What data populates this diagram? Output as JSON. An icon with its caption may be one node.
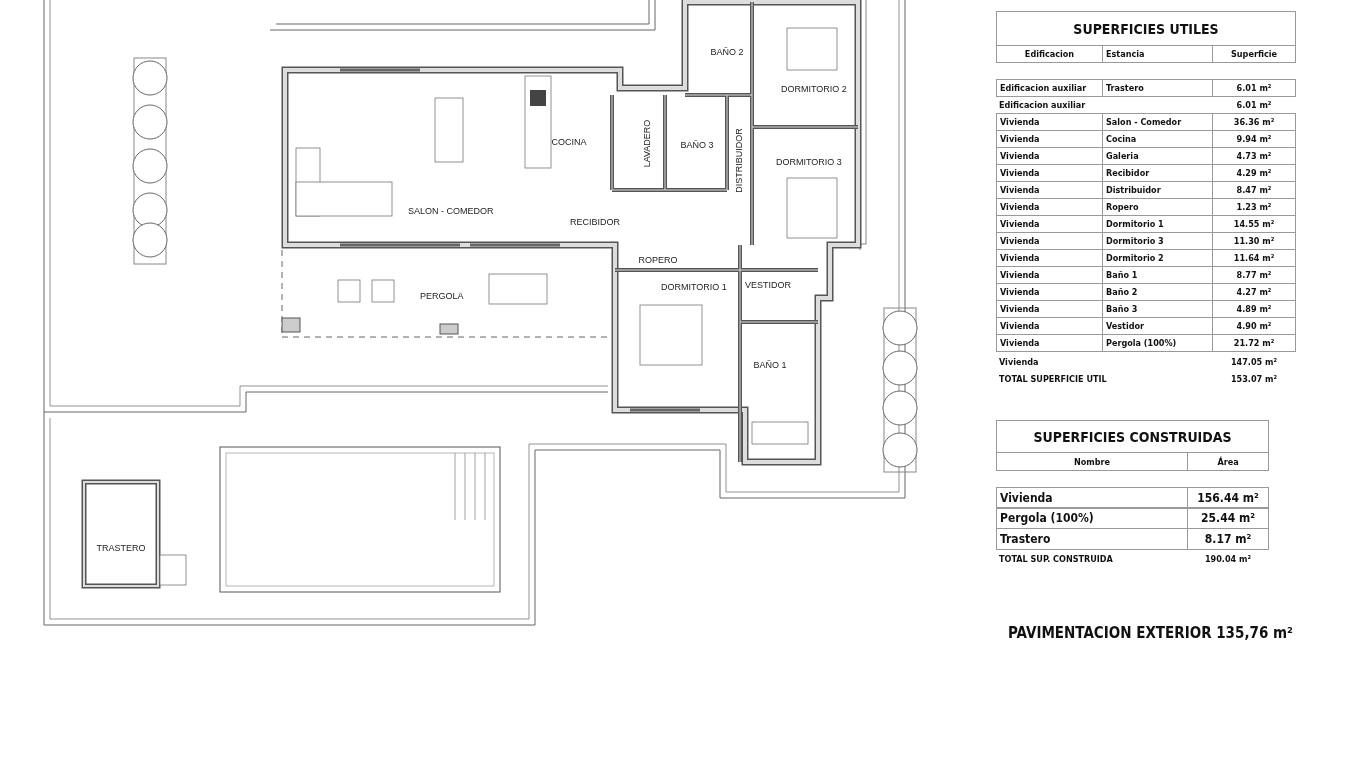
{
  "diagram": {
    "labels": [
      "BAÑO 2",
      "DORMITORIO 2",
      "COCINA",
      "LAVADERO",
      "BAÑO 3",
      "DISTRIBUIDOR",
      "DORMITORIO 3",
      "SALON - COMEDOR",
      "RECIBIDOR",
      "ROPERO",
      "DORMITORIO 1",
      "VESTIDOR",
      "PERGOLA",
      "BAÑO 1",
      "TRASTERO",
      "SUPERFICIES UTILES",
      "Edificacion",
      "Estancia",
      "Superficie",
      "Edificacion auxiliar",
      "Trastero",
      "6.01 m²",
      "Edificacion auxiliar",
      "6.01 m²",
      "Vivienda",
      "Salon - Comedor",
      "36.36 m²",
      "Vivienda",
      "Cocina",
      "9.94 m²",
      "Vivienda",
      "Galeria",
      "4.73 m²",
      "Vivienda",
      "Recibidor",
      "4.29 m²",
      "Vivienda",
      "Distribuidor",
      "8.47 m²",
      "Vivienda",
      "Ropero",
      "1.23 m²",
      "Vivienda",
      "Dormitorio 1",
      "14.55 m²",
      "Vivienda",
      "Dormitorio 3",
      "11.30 m²",
      "Vivienda",
      "Dormitorio 2",
      "11.64 m²",
      "Vivienda",
      "Baño 1",
      "8.77 m²",
      "Vivienda",
      "Baño 2",
      "4.27 m²",
      "Vivienda",
      "Baño 3",
      "4.89 m²",
      "Vivienda",
      "Vestidor",
      "4.90 m²",
      "Vivienda",
      "Pergola (100%)",
      "21.72 m²",
      "Vivienda",
      "147.05 m²",
      "TOTAL SUPERFICIE UTIL",
      "153.07 m²",
      "SUPERFICIES CONSTRUIDAS",
      "Nombre",
      "Área",
      "Vivienda",
      "156.44 m²",
      "Pergola (100%)",
      "25.44 m²",
      "Trastero",
      "8.17 m²",
      "TOTAL SUP. CONSTRUIDA",
      "190.04 m²",
      "PAVIMENTACION EXTERIOR 135,76 m²"
    ]
  }
}
